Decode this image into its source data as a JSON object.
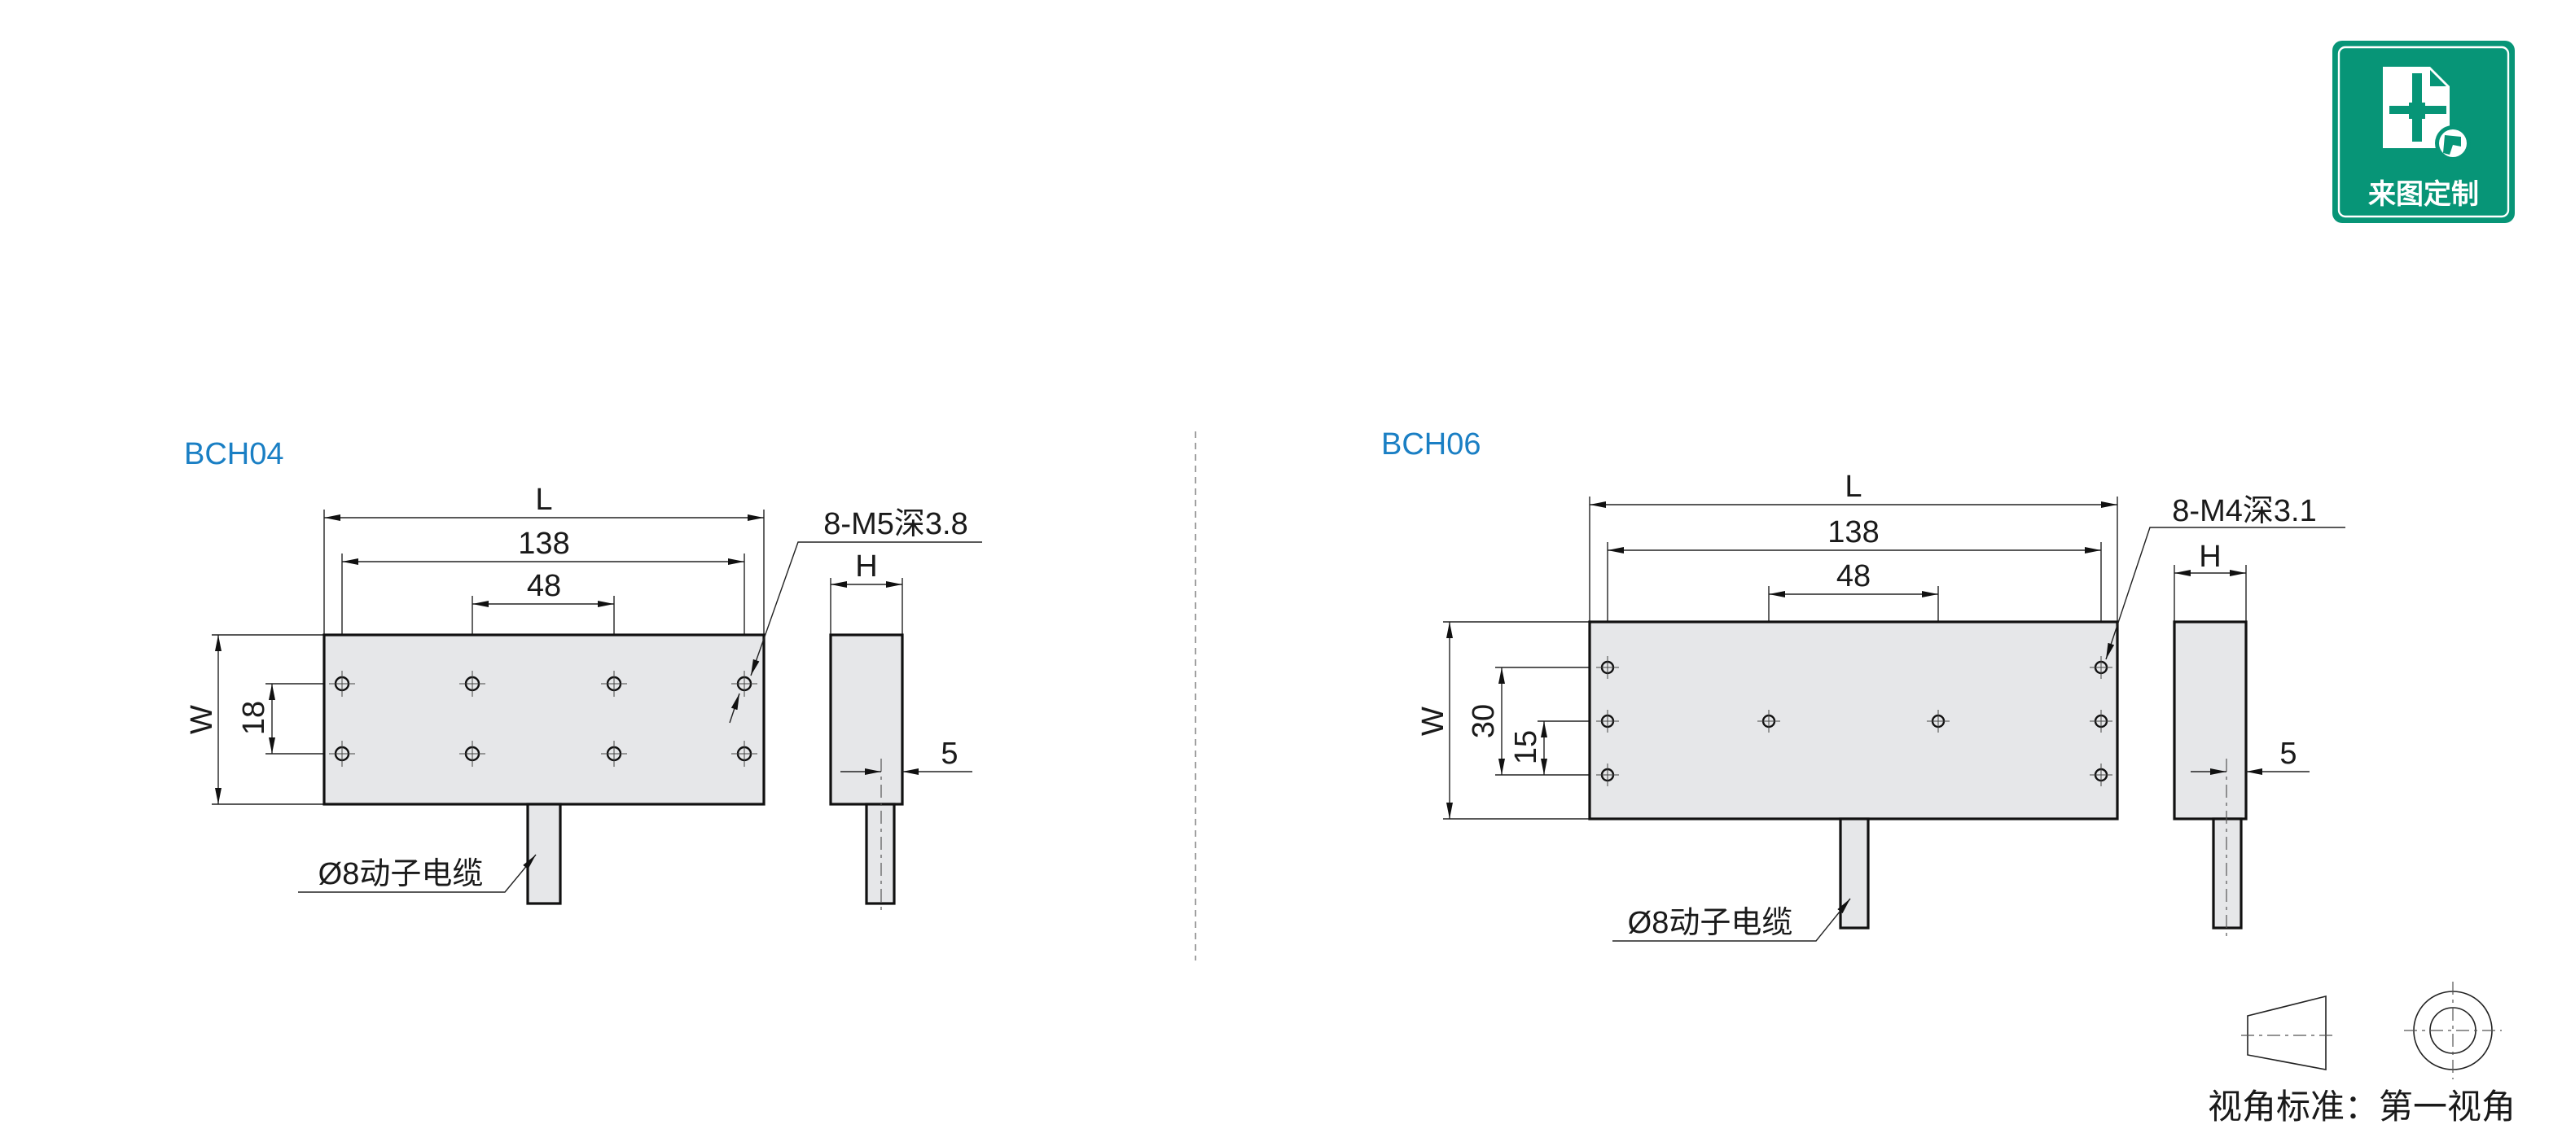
{
  "drawings": [
    {
      "label": "BCH04",
      "dim_L": "L",
      "dim_138": "138",
      "dim_48": "48",
      "dim_W": "W",
      "dim_18": "18",
      "thread_note": "8-M5深3.8",
      "dim_H": "H",
      "dim_5": "5",
      "cable_note": "Ø8动子电缆"
    },
    {
      "label": "BCH06",
      "dim_L": "L",
      "dim_138": "138",
      "dim_48": "48",
      "dim_W": "W",
      "dim_30": "30",
      "dim_15": "15",
      "thread_note": "8-M4深3.1",
      "dim_H": "H",
      "dim_5": "5",
      "cable_note": "Ø8动子电缆"
    }
  ],
  "badge": {
    "text": "来图定制",
    "color": "#079577"
  },
  "projection": {
    "text": "视角标准：第一视角"
  },
  "colors": {
    "label": "#1a7fc4",
    "part_fill": "#e6e7e9"
  }
}
